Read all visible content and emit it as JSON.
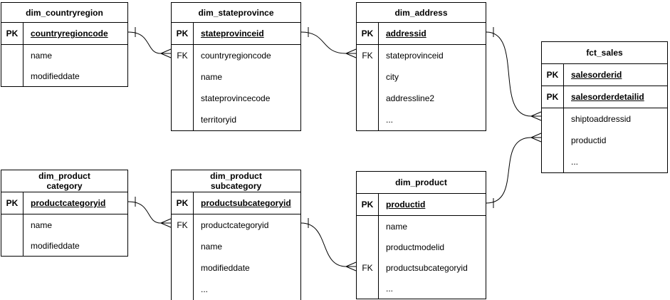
{
  "diagram": {
    "colors": {
      "line": "#000000",
      "background": "#ffffff",
      "text": "#000000"
    },
    "tables": {
      "t0": {
        "title": "dim_countryregion",
        "rows": [
          {
            "key": "PK",
            "name": "countryregioncode"
          },
          {
            "key": "",
            "name": "name"
          },
          {
            "key": "",
            "name": "modifieddate"
          }
        ]
      },
      "t1": {
        "title": "dim_stateprovince",
        "rows": [
          {
            "key": "PK",
            "name": "stateprovinceid"
          },
          {
            "key": "FK",
            "name": "countryregioncode"
          },
          {
            "key": "",
            "name": "name"
          },
          {
            "key": "",
            "name": "stateprovincecode"
          },
          {
            "key": "",
            "name": "territoryid"
          }
        ]
      },
      "t2": {
        "title": "dim_address",
        "rows": [
          {
            "key": "PK",
            "name": "addressid"
          },
          {
            "key": "FK",
            "name": "stateprovinceid"
          },
          {
            "key": "",
            "name": "city"
          },
          {
            "key": "",
            "name": "addressline2"
          },
          {
            "key": "",
            "name": "..."
          }
        ]
      },
      "t3": {
        "title": "fct_sales",
        "rows": [
          {
            "key": "PK",
            "name": "salesorderid"
          },
          {
            "key": "PK",
            "name": "salesorderdetailid"
          },
          {
            "key": "",
            "name": "shiptoaddressid"
          },
          {
            "key": "",
            "name": "productid"
          },
          {
            "key": "",
            "name": "..."
          }
        ]
      },
      "t4": {
        "title": "dim_product\ncategory",
        "rows": [
          {
            "key": "PK",
            "name": "productcategoryid"
          },
          {
            "key": "",
            "name": "name"
          },
          {
            "key": "",
            "name": "modifieddate"
          }
        ]
      },
      "t5": {
        "title": "dim_product\nsubcategory",
        "rows": [
          {
            "key": "PK",
            "name": "productsubcategoryid"
          },
          {
            "key": "FK",
            "name": "productcategoryid"
          },
          {
            "key": "",
            "name": "name"
          },
          {
            "key": "",
            "name": "modifieddate"
          },
          {
            "key": "",
            "name": "..."
          }
        ]
      },
      "t6": {
        "title": "dim_product",
        "rows": [
          {
            "key": "PK",
            "name": "productid"
          },
          {
            "key": "",
            "name": "name"
          },
          {
            "key": "",
            "name": "productmodelid"
          },
          {
            "key": "FK",
            "name": "productsubcategoryid"
          },
          {
            "key": "",
            "name": "..."
          }
        ]
      }
    },
    "relationships": [
      {
        "from": "dim_countryregion.countryregioncode",
        "to": "dim_stateprovince.countryregioncode",
        "from_cardinality": "one",
        "to_cardinality": "many"
      },
      {
        "from": "dim_stateprovince.stateprovinceid",
        "to": "dim_address.stateprovinceid",
        "from_cardinality": "one",
        "to_cardinality": "many"
      },
      {
        "from": "dim_address.addressid",
        "to": "fct_sales.shiptoaddressid",
        "from_cardinality": "one",
        "to_cardinality": "many"
      },
      {
        "from": "dim_product.productid",
        "to": "fct_sales.productid",
        "from_cardinality": "one",
        "to_cardinality": "many"
      },
      {
        "from": "dim_productcategory.productcategoryid",
        "to": "dim_productsubcategory.productcategoryid",
        "from_cardinality": "one",
        "to_cardinality": "many"
      },
      {
        "from": "dim_productsubcategory.productsubcategoryid",
        "to": "dim_product.productsubcategoryid",
        "from_cardinality": "one",
        "to_cardinality": "many"
      }
    ]
  }
}
